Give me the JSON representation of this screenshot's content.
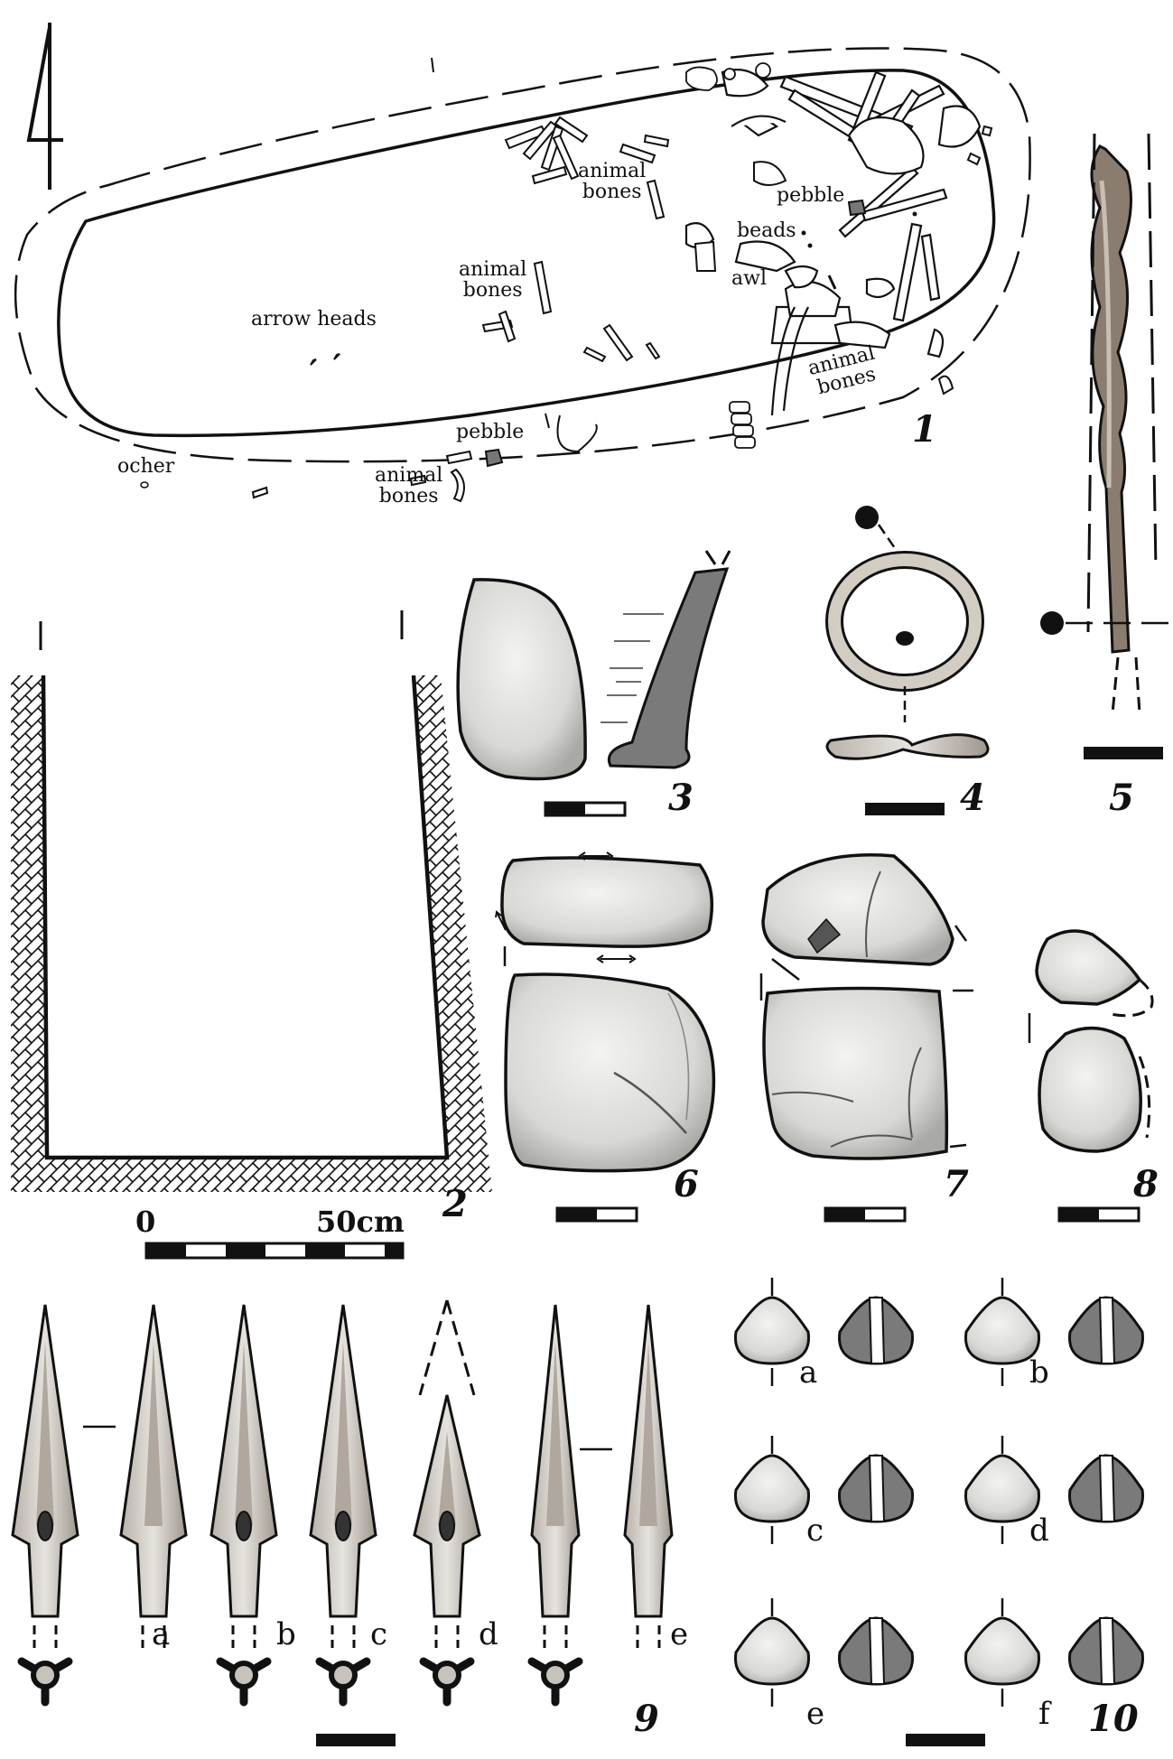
{
  "plan": {
    "labels": {
      "animal_bones_1": "animal\nbones",
      "animal_bones_2": "animal\nbones",
      "animal_bones_3": "animal\nbones",
      "animal_bones_4": "animal\nbones",
      "arrow_heads": "arrow heads",
      "pebble_1": "pebble",
      "pebble_2": "pebble",
      "beads": "beads",
      "awl": "awl",
      "ocher": "ocher"
    }
  },
  "scale": {
    "zero": "0",
    "fifty": "50cm"
  },
  "figure_numbers": {
    "f1": "1",
    "f2": "2",
    "f3": "3",
    "f4": "4",
    "f5": "5",
    "f6": "6",
    "f7": "7",
    "f8": "8",
    "f9": "9",
    "f10": "10"
  },
  "arrow_letters": [
    "a",
    "b",
    "c",
    "d",
    "e"
  ],
  "bead_letters": [
    "a",
    "b",
    "c",
    "d",
    "e",
    "f"
  ],
  "colors": {
    "ink": "#111111",
    "section_gray": "#7a7a7a",
    "stone_fill": "#d9d9d6",
    "bronze_fill": "#8a7d70"
  }
}
